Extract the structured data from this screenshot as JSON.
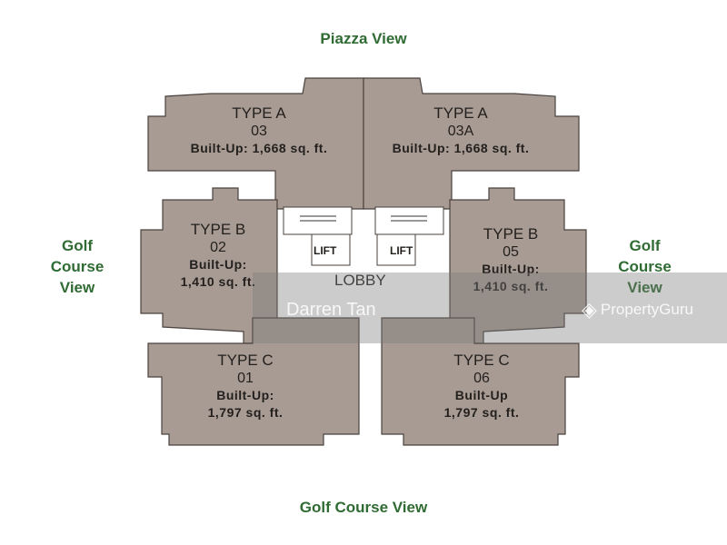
{
  "views": {
    "top": "Piazza View",
    "left": "Golf Course View",
    "right": "Golf Course View",
    "bottom": "Golf Course View"
  },
  "units": [
    {
      "type": "TYPE A",
      "number": "03",
      "built_up": "Built-Up: 1,668 sq. ft."
    },
    {
      "type": "TYPE A",
      "number": "03A",
      "built_up": "Built-Up: 1,668 sq. ft."
    },
    {
      "type": "TYPE B",
      "number": "02",
      "built_up_label": "Built-Up:",
      "area": "1,410 sq. ft."
    },
    {
      "type": "TYPE B",
      "number": "05",
      "built_up_label": "Built-Up:",
      "area": "1,410 sq. ft."
    },
    {
      "type": "TYPE C",
      "number": "01",
      "built_up_label": "Built-Up:",
      "area": "1,797 sq. ft."
    },
    {
      "type": "TYPE C",
      "number": "06",
      "built_up_label": "Built-Up",
      "area": "1,797 sq. ft."
    }
  ],
  "core": {
    "lift": "LIFT",
    "lobby": "LOBBY"
  },
  "watermark": {
    "agent": "Darren Tan",
    "brand": "PropertyGuru"
  },
  "colors": {
    "unit_fill": "#a79b94",
    "view_text": "#2f6b33"
  }
}
